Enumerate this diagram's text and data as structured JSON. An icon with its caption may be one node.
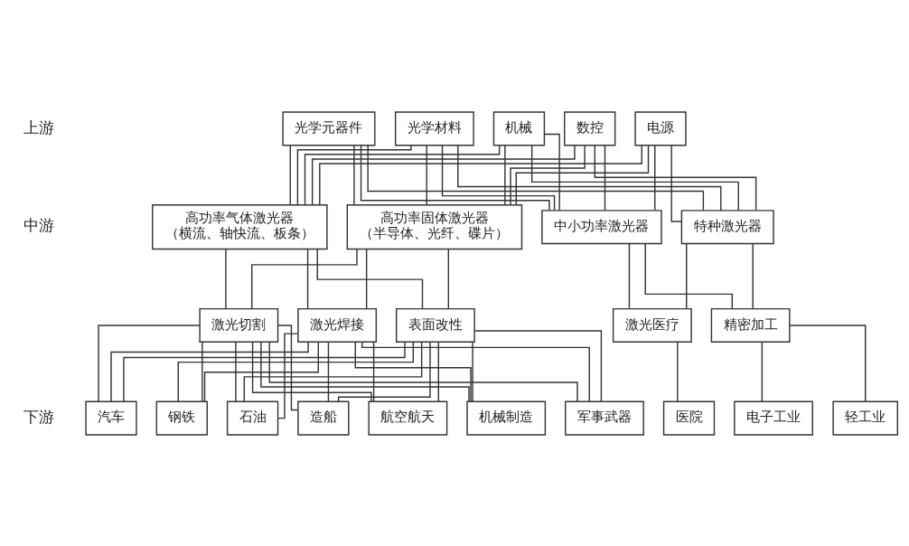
{
  "diagram": {
    "nodes": [
      {
        "text": [
          "光学元器件"
        ]
      },
      {
        "text": [
          "光学材料"
        ]
      },
      {
        "text": [
          "机械"
        ]
      },
      {
        "text": [
          "数控"
        ]
      },
      {
        "text": [
          "电源"
        ]
      },
      {
        "text": [
          "高功率气体激光器",
          "（横流、轴快流、板条）"
        ]
      },
      {
        "text": [
          "高功率固体激光器",
          "（半导体、光纤、碟片）"
        ]
      },
      {
        "text": [
          "中小功率激光器"
        ]
      },
      {
        "text": [
          "特种激光器"
        ]
      },
      {
        "text": [
          "激光切割"
        ]
      },
      {
        "text": [
          "激光焊接"
        ]
      },
      {
        "text": [
          "表面改性"
        ]
      },
      {
        "text": [
          "激光医疗"
        ]
      },
      {
        "text": [
          "精密加工"
        ]
      },
      {
        "text": [
          "汽车"
        ]
      },
      {
        "text": [
          "钢铁"
        ]
      },
      {
        "text": [
          "石油"
        ]
      },
      {
        "text": [
          "造船"
        ]
      },
      {
        "text": [
          "航空航天"
        ]
      },
      {
        "text": [
          "机械制造"
        ]
      },
      {
        "text": [
          "军事武器"
        ]
      },
      {
        "text": [
          "医院"
        ]
      },
      {
        "text": [
          "电子工业"
        ]
      },
      {
        "text": [
          "轻工业"
        ]
      }
    ],
    "edges": [
      {
        "from": 0,
        "to": 5,
        "arrow": "none"
      },
      {
        "from": 0,
        "to": 6,
        "arrow": "none"
      },
      {
        "from": 0,
        "to": 7,
        "arrow": "none"
      },
      {
        "from": 0,
        "to": 8,
        "arrow": "none"
      },
      {
        "from": 1,
        "to": 5,
        "arrow": "none"
      },
      {
        "from": 1,
        "to": 6,
        "arrow": "none"
      },
      {
        "from": 1,
        "to": 7,
        "arrow": "none"
      },
      {
        "from": 1,
        "to": 8,
        "arrow": "none"
      },
      {
        "from": 2,
        "to": 5,
        "arrow": "none"
      },
      {
        "from": 2,
        "to": 6,
        "arrow": "none"
      },
      {
        "from": 2,
        "to": 7,
        "arrow": "none"
      },
      {
        "from": 2,
        "to": 8,
        "arrow": "none"
      },
      {
        "from": 3,
        "to": 5,
        "arrow": "none"
      },
      {
        "from": 3,
        "to": 6,
        "arrow": "none"
      },
      {
        "from": 3,
        "to": 7,
        "arrow": "none"
      },
      {
        "from": 3,
        "to": 8,
        "arrow": "none"
      },
      {
        "from": 4,
        "to": 5,
        "arrow": "none"
      },
      {
        "from": 4,
        "to": 6,
        "arrow": "none"
      },
      {
        "from": 4,
        "to": 7,
        "arrow": "none"
      },
      {
        "from": 4,
        "to": 8,
        "arrow": "none"
      },
      {
        "from": 5,
        "to": 9,
        "arrow": "none"
      },
      {
        "from": 5,
        "to": 10,
        "arrow": "none"
      },
      {
        "from": 5,
        "to": 11,
        "arrow": "none"
      },
      {
        "from": 6,
        "to": 9,
        "arrow": "none"
      },
      {
        "from": 6,
        "to": 10,
        "arrow": "none"
      },
      {
        "from": 6,
        "to": 11,
        "arrow": "none"
      },
      {
        "from": 7,
        "to": 12,
        "arrow": "none"
      },
      {
        "from": 7,
        "to": 13,
        "arrow": "none"
      },
      {
        "from": 8,
        "to": 12,
        "arrow": "none"
      },
      {
        "from": 8,
        "to": 13,
        "arrow": "none"
      },
      {
        "from": 9,
        "to": 14,
        "arrow": "none"
      },
      {
        "from": 9,
        "to": 15,
        "arrow": "none"
      },
      {
        "from": 9,
        "to": 16,
        "arrow": "none"
      },
      {
        "from": 9,
        "to": 17,
        "arrow": "none"
      },
      {
        "from": 9,
        "to": 18,
        "arrow": "none"
      },
      {
        "from": 9,
        "to": 19,
        "arrow": "none"
      },
      {
        "from": 9,
        "to": 20,
        "arrow": "none"
      },
      {
        "from": 10,
        "to": 14,
        "arrow": "none"
      },
      {
        "from": 10,
        "to": 15,
        "arrow": "none"
      },
      {
        "from": 10,
        "to": 16,
        "arrow": "none"
      },
      {
        "from": 10,
        "to": 17,
        "arrow": "none"
      },
      {
        "from": 10,
        "to": 18,
        "arrow": "none"
      },
      {
        "from": 10,
        "to": 19,
        "arrow": "none"
      },
      {
        "from": 10,
        "to": 20,
        "arrow": "none"
      },
      {
        "from": 11,
        "to": 14,
        "arrow": "none"
      },
      {
        "from": 11,
        "to": 15,
        "arrow": "none"
      },
      {
        "from": 11,
        "to": 16,
        "arrow": "none"
      },
      {
        "from": 11,
        "to": 17,
        "arrow": "none"
      },
      {
        "from": 11,
        "to": 18,
        "arrow": "none"
      },
      {
        "from": 11,
        "to": 19,
        "arrow": "none"
      },
      {
        "from": 11,
        "to": 20,
        "arrow": "none"
      },
      {
        "from": 12,
        "to": 21,
        "arrow": "none"
      },
      {
        "from": 13,
        "to": 22,
        "arrow": "none"
      },
      {
        "from": 13,
        "to": 23,
        "arrow": "none"
      }
    ],
    "labels": [
      "上游",
      "中游",
      "下游"
    ]
  }
}
